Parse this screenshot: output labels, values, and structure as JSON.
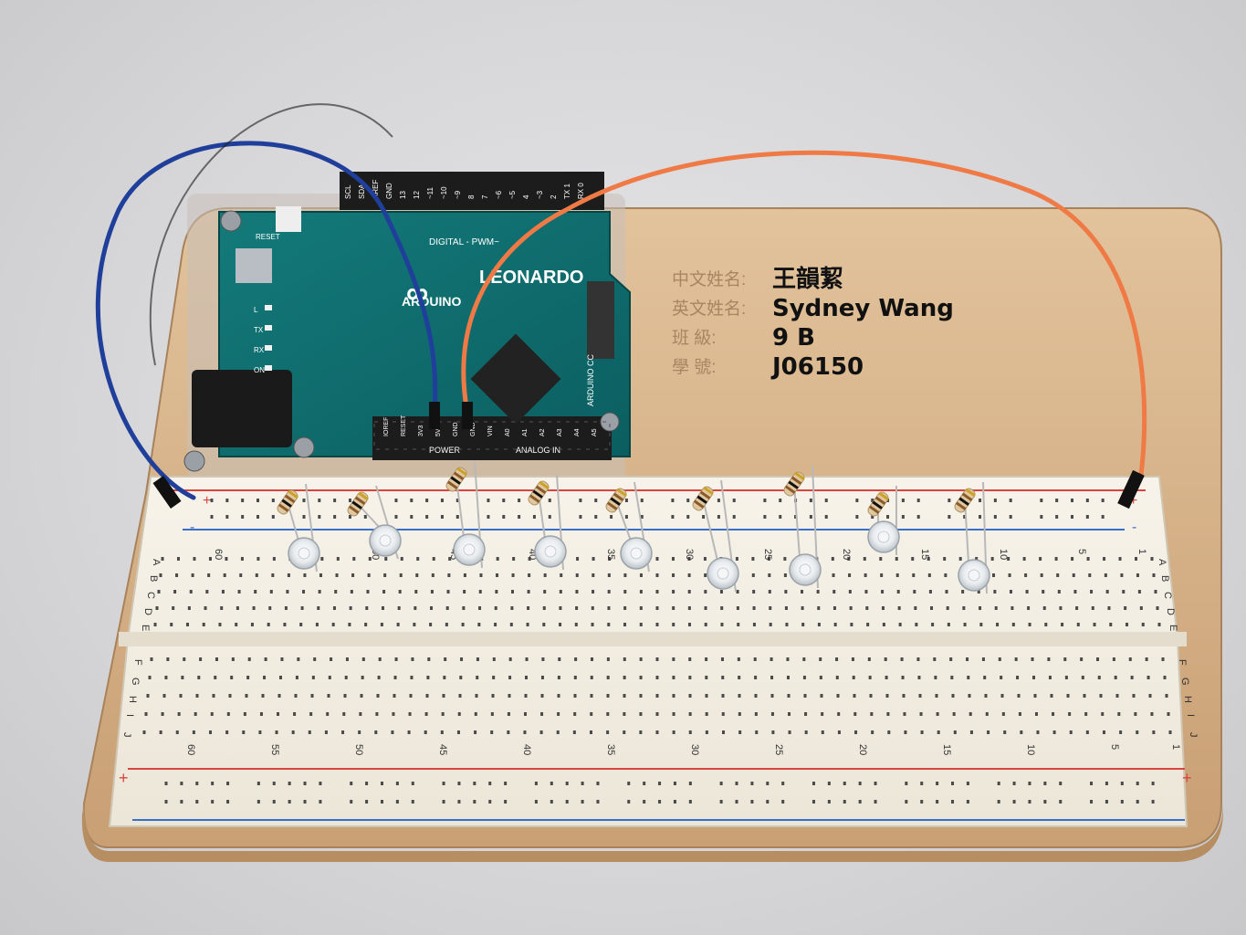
{
  "photo": {
    "board": {
      "brand": "ARDUINO",
      "model": "LEONARDO",
      "cc_mark": "ARDUINO CC",
      "digital_label": "DIGITAL - PWM~",
      "power_label": "POWER",
      "analog_label": "ANALOG IN",
      "pins_top": [
        "SCL",
        "SDA",
        "AREF",
        "GND",
        "13",
        "12",
        "~11",
        "~10",
        "~9",
        "8",
        "7",
        "~6",
        "~5",
        "4",
        "~3",
        "2",
        "TX 1",
        "RX 0"
      ],
      "pins_bottom": [
        "IOREF",
        "RESET",
        "3V3",
        "5V",
        "GND",
        "GND",
        "VIN",
        "A0",
        "A1",
        "A2",
        "A3",
        "A4",
        "A5"
      ],
      "leds": [
        "ON",
        "RX",
        "TX",
        "L"
      ],
      "reset_label": "RESET"
    },
    "name_plate": {
      "rows": [
        {
          "label": "中文姓名:",
          "value": "王韻絜"
        },
        {
          "label": "英文姓名:",
          "value": "Sydney Wang"
        },
        {
          "label": "班    級:",
          "value": "9 B"
        },
        {
          "label": "學    號:",
          "value": "J06150"
        }
      ]
    },
    "breadboard": {
      "column_numbers": [
        "60",
        "55",
        "50",
        "45",
        "40",
        "35",
        "30",
        "25",
        "20",
        "15",
        "10",
        "5",
        "1"
      ],
      "row_letters_top": [
        "A",
        "B",
        "C",
        "D",
        "E"
      ],
      "row_letters_bottom": [
        "F",
        "G",
        "H",
        "I",
        "J"
      ],
      "rail_plus": "+",
      "rail_minus": "-"
    },
    "colors": {
      "wood": "#d6b38c",
      "board_pcb": "#0f6d6e",
      "wire_blue": "#1f3f9a",
      "wire_orange": "#f07a45",
      "rail_red": "#d8453f",
      "rail_blue": "#3a6fc7"
    },
    "led_count": 9,
    "resistor_count": 9
  }
}
